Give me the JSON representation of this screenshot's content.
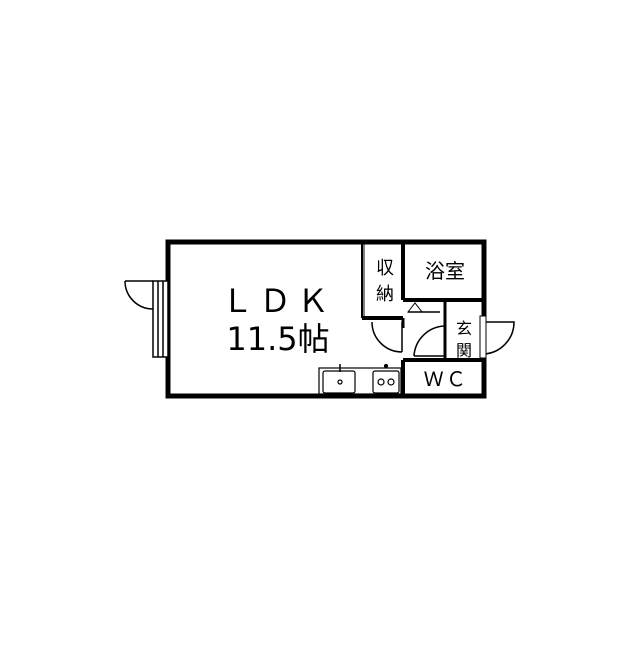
{
  "rooms": {
    "ldk": {
      "name": "ＬＤＫ",
      "area": "11.5帖"
    },
    "storage": {
      "line1": "収",
      "line2": "納"
    },
    "bath": {
      "name": "浴室"
    },
    "entrance": {
      "line1": "玄",
      "line2": "関"
    },
    "toilet": {
      "name": "ＷＣ"
    }
  },
  "colors": {
    "wall": "#000000",
    "background": "#ffffff"
  }
}
